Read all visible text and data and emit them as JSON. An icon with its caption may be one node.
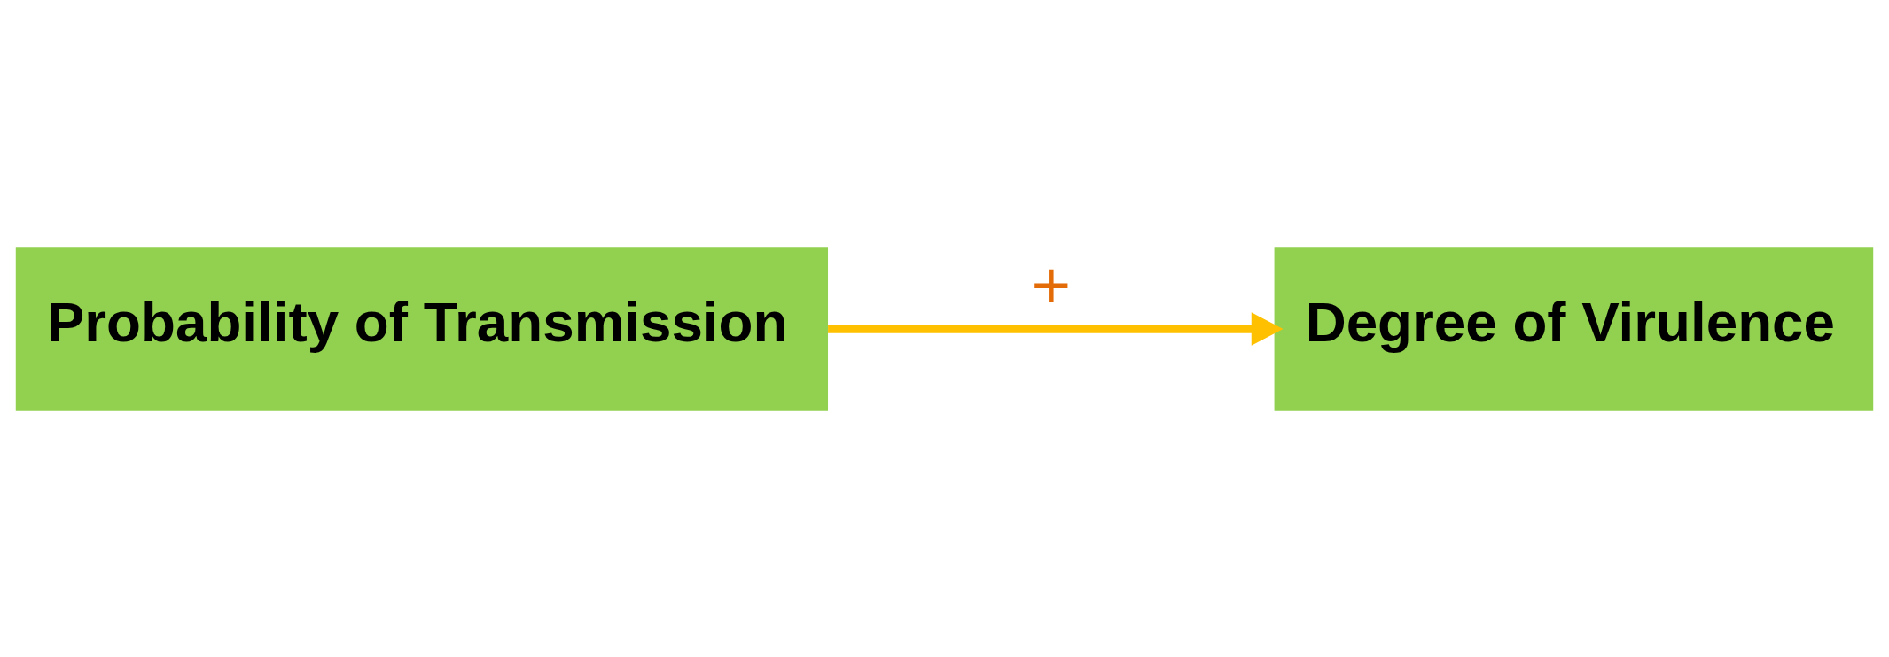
{
  "diagram": {
    "nodes": [
      {
        "text": [
          "Probability of Transmission"
        ]
      },
      {
        "text": [
          "Degree of Virulence"
        ]
      }
    ],
    "edges": [
      {
        "from": 0,
        "to": 1,
        "arrow": "to",
        "label": "+",
        "color": "#ffc000"
      }
    ]
  }
}
